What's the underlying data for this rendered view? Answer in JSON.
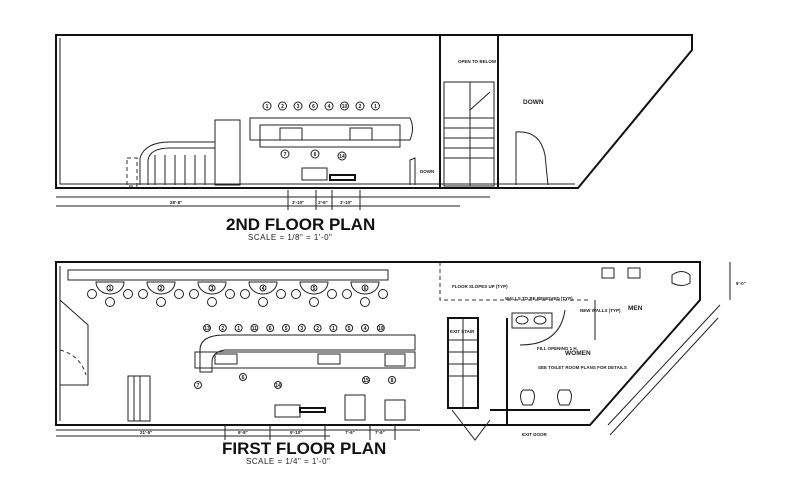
{
  "second_floor": {
    "title": "2ND FLOOR PLAN",
    "scale": "SCALE = 1/8\" = 1'-0\"",
    "notes": {
      "open_to_below": "OPEN TO BELOW",
      "down": "DOWN",
      "down2": "DOWN"
    },
    "dimensions": [
      "28'-8\"",
      "3'-10\"",
      "2'-6\"",
      "3'-10\""
    ],
    "tags_top": [
      "1",
      "2",
      "3",
      "6",
      "4",
      "10",
      "2",
      "1"
    ],
    "tags_bottom": [
      "7",
      "6",
      "14"
    ]
  },
  "first_floor": {
    "title": "FIRST FLOOR PLAN",
    "scale": "SCALE = 1/4\" = 1'-0\"",
    "notes": {
      "floor_slopes": "FLOOR SLOPES UP (TYP)",
      "walls_removed": "WALLS TO BE REMOVED (TYP)",
      "new_walls": "NEW WALLS (TYP)",
      "exit_stair": "EXIT STAIR",
      "fill_opening": "FILL OPENING 1 H.",
      "see_toilet": "SEE TOILET ROOM PLANS FOR DETAILS",
      "exit_door": "EXIT DOOR",
      "men": "MEN",
      "women": "WOMEN"
    },
    "dimensions": [
      "21'-5\"",
      "9'-8\"",
      "9'-10\"",
      "7'-6\"",
      "7'-6\"",
      "9'-0\""
    ],
    "tags_top": [
      "13",
      "2",
      "1",
      "11",
      "6",
      "5",
      "3",
      "2",
      "1",
      "5",
      "4",
      "10"
    ],
    "tags_bottom": [
      "7",
      "6",
      "14",
      "15",
      "8"
    ],
    "table_tags": [
      "1",
      "2",
      "3",
      "4",
      "5",
      "6"
    ]
  }
}
